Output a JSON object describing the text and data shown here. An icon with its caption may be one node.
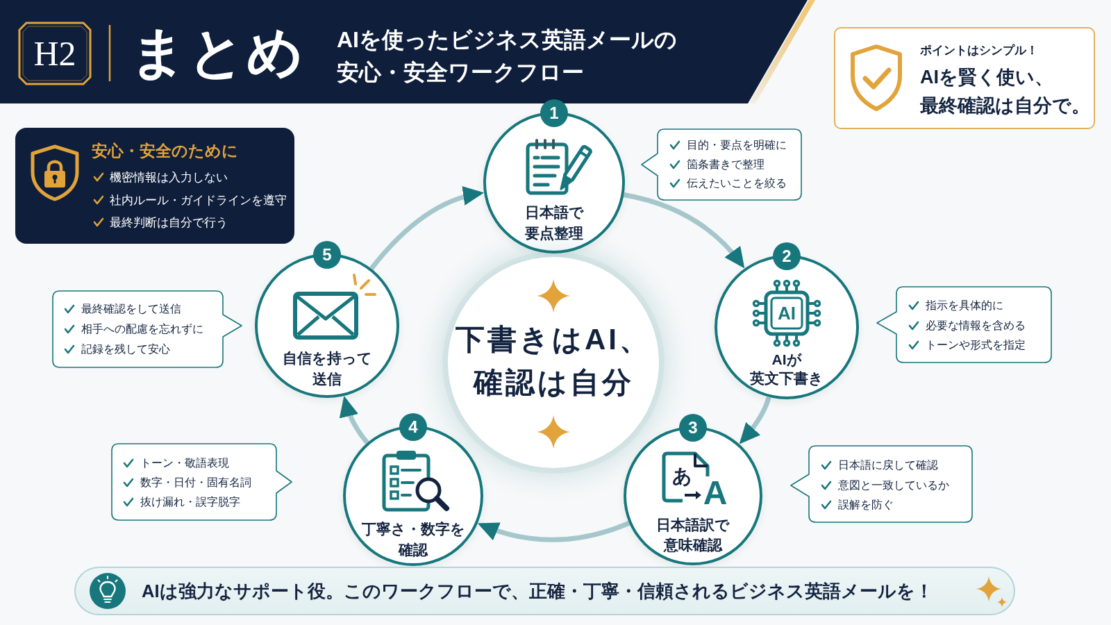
{
  "diagram": {
    "title": "まとめ",
    "nodes": [
      {
        "text": [
          "H2"
        ]
      },
      {
        "text": [
          "ポイントはシンプル！",
          "AIを賢く使い、最終確認は**自分で。**"
        ]
      },
      {
        "text": [
          "安心・安全のために",
          "機密情報は入力しない",
          "社内ルール・ガイドラインを遵守",
          "最終判断は自分で行う"
        ]
      },
      {
        "text": [
          "1",
          "日本語で要点整理"
        ]
      },
      {
        "text": [
          "目的・要点を明確に",
          "箇条書きで整理",
          "伝えたいことを絞る"
        ]
      },
      {
        "text": [
          "2",
          "AI",
          "AIが英文下書き"
        ]
      },
      {
        "text": [
          "指示を具体的に",
          "必要な情報を含める",
          "トーンや形式を指定"
        ]
      },
      {
        "text": [
          "3",
          "あ",
          "A",
          "日本語訳で意味確認"
        ]
      },
      {
        "text": [
          "日本語に戻して確認",
          "意図と一致しているか",
          "誤解を防ぐ"
        ]
      },
      {
        "text": [
          "4",
          "丁寧さ・数字を確認"
        ]
      },
      {
        "text": [
          "トーン・敬語表現",
          "数字・日付・固有名詞",
          "抜け漏れ・誤字脱字"
        ]
      },
      {
        "text": [
          "5",
          "自信を持って送信"
        ]
      },
      {
        "text": [
          "最終確認をして送信",
          "相手への配慮を忘れずに",
          "記録を残して安心"
        ]
      },
      {
        "text": [
          "下書きは**AI、**確認は**自分**"
        ]
      },
      {
        "text": [
          "**AIは強力なサポート役。**このワークフローで、**正確・丁寧・信頼**されるビジネス英語メールを！"
        ]
      }
    ],
    "edges": [
      {
        "from": 3,
        "to": 5,
        "arrow": "to"
      },
      {
        "from": 5,
        "to": 7,
        "arrow": "to"
      },
      {
        "from": 7,
        "to": 9,
        "arrow": "to"
      },
      {
        "from": 9,
        "to": 11,
        "arrow": "to"
      },
      {
        "from": 11,
        "to": 3,
        "arrow": "to"
      }
    ],
    "labels": [
      "AIを使ったビジネス英語メールの**安心**・**安全**ワークフロー"
    ]
  }
}
